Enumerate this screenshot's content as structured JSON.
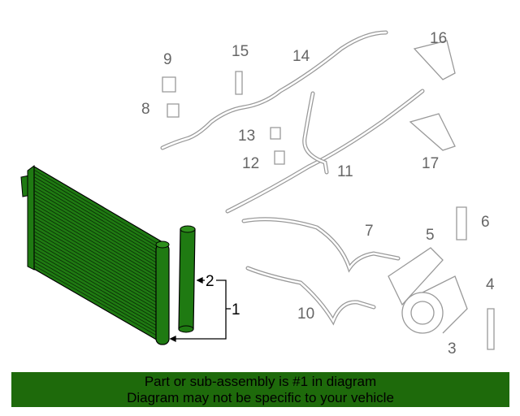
{
  "banner": {
    "line1": "Part or sub-assembly is #1 in diagram",
    "line2": "Diagram may not be specific to your vehicle",
    "color": "#1e6a0b"
  },
  "highlight_color": "#1f7a12",
  "callouts": [
    "1",
    "2",
    "3",
    "4",
    "5",
    "6",
    "7",
    "8",
    "9",
    "10",
    "11",
    "12",
    "13",
    "14",
    "15",
    "16",
    "17"
  ]
}
